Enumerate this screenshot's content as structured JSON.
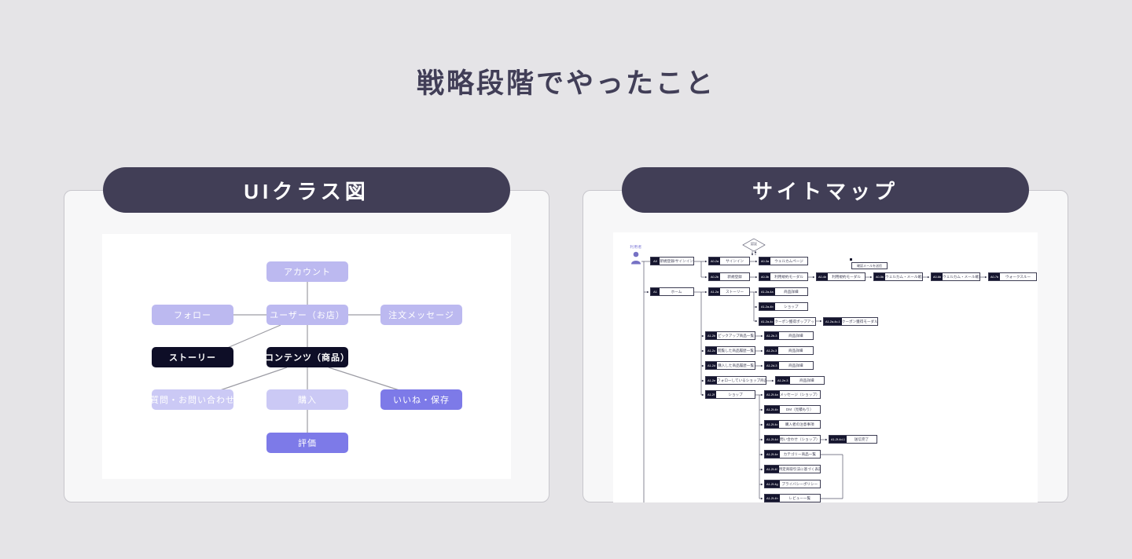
{
  "title": "戦略段階でやったこと",
  "colors": {
    "background": "#e5e4e7",
    "pill": "#413e56",
    "title_text": "#413e57",
    "node_lavender": "#bcb9f0",
    "node_pale": "#cbc9f5",
    "node_dark": "#0e0e27",
    "node_purple": "#7d7ae8",
    "sitemap_id_box": "#15152e",
    "sitemap_accent": "#7a76d6"
  },
  "panels": {
    "left": {
      "header": "UIクラス図"
    },
    "right": {
      "header": "サイトマップ"
    }
  },
  "class_diagram": {
    "nodes": [
      {
        "label": "アカウント",
        "variant": "lavender"
      },
      {
        "label": "フォロー",
        "variant": "lavender"
      },
      {
        "label": "ユーザー（お店）",
        "variant": "lavender"
      },
      {
        "label": "注文メッセージ",
        "variant": "lavender"
      },
      {
        "label": "ストーリー",
        "variant": "dark"
      },
      {
        "label": "コンテンツ（商品）",
        "variant": "dark"
      },
      {
        "label": "質問・お問い合わせ",
        "variant": "pale"
      },
      {
        "label": "購入",
        "variant": "pale"
      },
      {
        "label": "いいね・保存",
        "variant": "purple"
      },
      {
        "label": "評価",
        "variant": "purple"
      }
    ]
  },
  "sitemap": {
    "actor_label": "利用者",
    "decision_label": "認証",
    "note_label": "確認メールを送信",
    "nodes": [
      {
        "id": "A0",
        "label": "新規登録/サインイン"
      },
      {
        "id": "A0-2a",
        "label": "サインイン"
      },
      {
        "id": "A0-3a",
        "label": "ウェルカムページ"
      },
      {
        "id": "A0-2b",
        "label": "新規登録"
      },
      {
        "id": "A0-3b",
        "label": "利用規約モーダル"
      },
      {
        "id": "A0-4b",
        "label": "利用規約モーダル"
      },
      {
        "id": "A0-5b",
        "label": "ウェルカム・メール確認"
      },
      {
        "id": "A0-6b",
        "label": "ウェルカム・メール確認"
      },
      {
        "id": "A0-7b",
        "label": "ウォークスルー"
      },
      {
        "id": "A1",
        "label": "ホーム"
      },
      {
        "id": "A1-2a",
        "label": "ストーリー"
      },
      {
        "id": "A1-2a-4a",
        "label": "商品詳細"
      },
      {
        "id": "A1-2a-4b",
        "label": "ショップ"
      },
      {
        "id": "A1-2a-4c",
        "label": "クーポン獲得ポップアップ"
      },
      {
        "id": "A1-2a-4c-1",
        "label": "クーポン獲得モーダル"
      },
      {
        "id": "A1-2b",
        "label": "ピックアップ商品一覧"
      },
      {
        "id": "A1-2b-3",
        "label": "商品詳細"
      },
      {
        "id": "A1-2c",
        "label": "閲覧した商品履歴一覧"
      },
      {
        "id": "A1-2c-3",
        "label": "商品詳細"
      },
      {
        "id": "A1-2d",
        "label": "購入した商品履歴一覧"
      },
      {
        "id": "A1-2d-3",
        "label": "商品詳細"
      },
      {
        "id": "A1-2e",
        "label": "フォローしているショップ商品一覧"
      },
      {
        "id": "A1-2e-3",
        "label": "商品詳細"
      },
      {
        "id": "A1-2f",
        "label": "ショップ"
      },
      {
        "id": "A1-2f-4a",
        "label": "メッセージ（ショップ）"
      },
      {
        "id": "A1-2f-4b",
        "label": "DM（見積もり）"
      },
      {
        "id": "A1-2f-4c",
        "label": "購入者の注意事項"
      },
      {
        "id": "A1-2f-4d",
        "label": "問い合わせ（ショップ）"
      },
      {
        "id": "A1-2f-4d-1",
        "label": "送信完了"
      },
      {
        "id": "A1-2f-4e",
        "label": "カテゴリー商品一覧"
      },
      {
        "id": "A1-2f-4f",
        "label": "特定商取引法に基づく表記"
      },
      {
        "id": "A1-2f-4g",
        "label": "プライバシーポリシー"
      },
      {
        "id": "A1-2f-4h",
        "label": "レビュー一覧"
      }
    ]
  }
}
